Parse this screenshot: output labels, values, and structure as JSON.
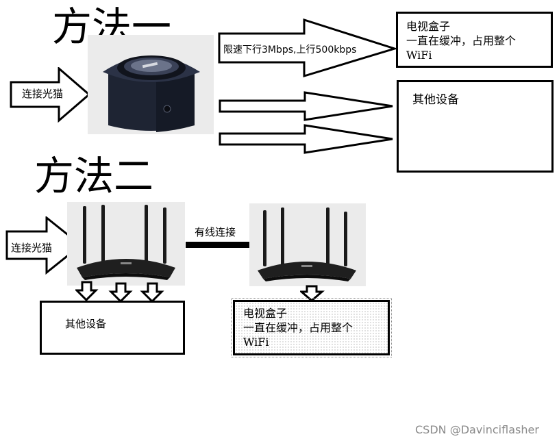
{
  "method1": {
    "title": "方法一",
    "input_label": "连接光猫",
    "arrow_label": "限速下行3Mbps,上行500kbps",
    "tv_box": {
      "title": "电视盒子",
      "line1": "一直在缓冲，占用整个",
      "line2": "WiFi"
    },
    "other_devices": "其他设备"
  },
  "method2": {
    "title": "方法二",
    "input_label": "连接光猫",
    "wired_label": "有线连接",
    "other_devices": "其他设备",
    "tv_box": {
      "title": "电视盒子",
      "line1": "一直在缓冲，占用整个",
      "line2": "WiFi"
    }
  },
  "watermark": "CSDN @Davinciflasher"
}
